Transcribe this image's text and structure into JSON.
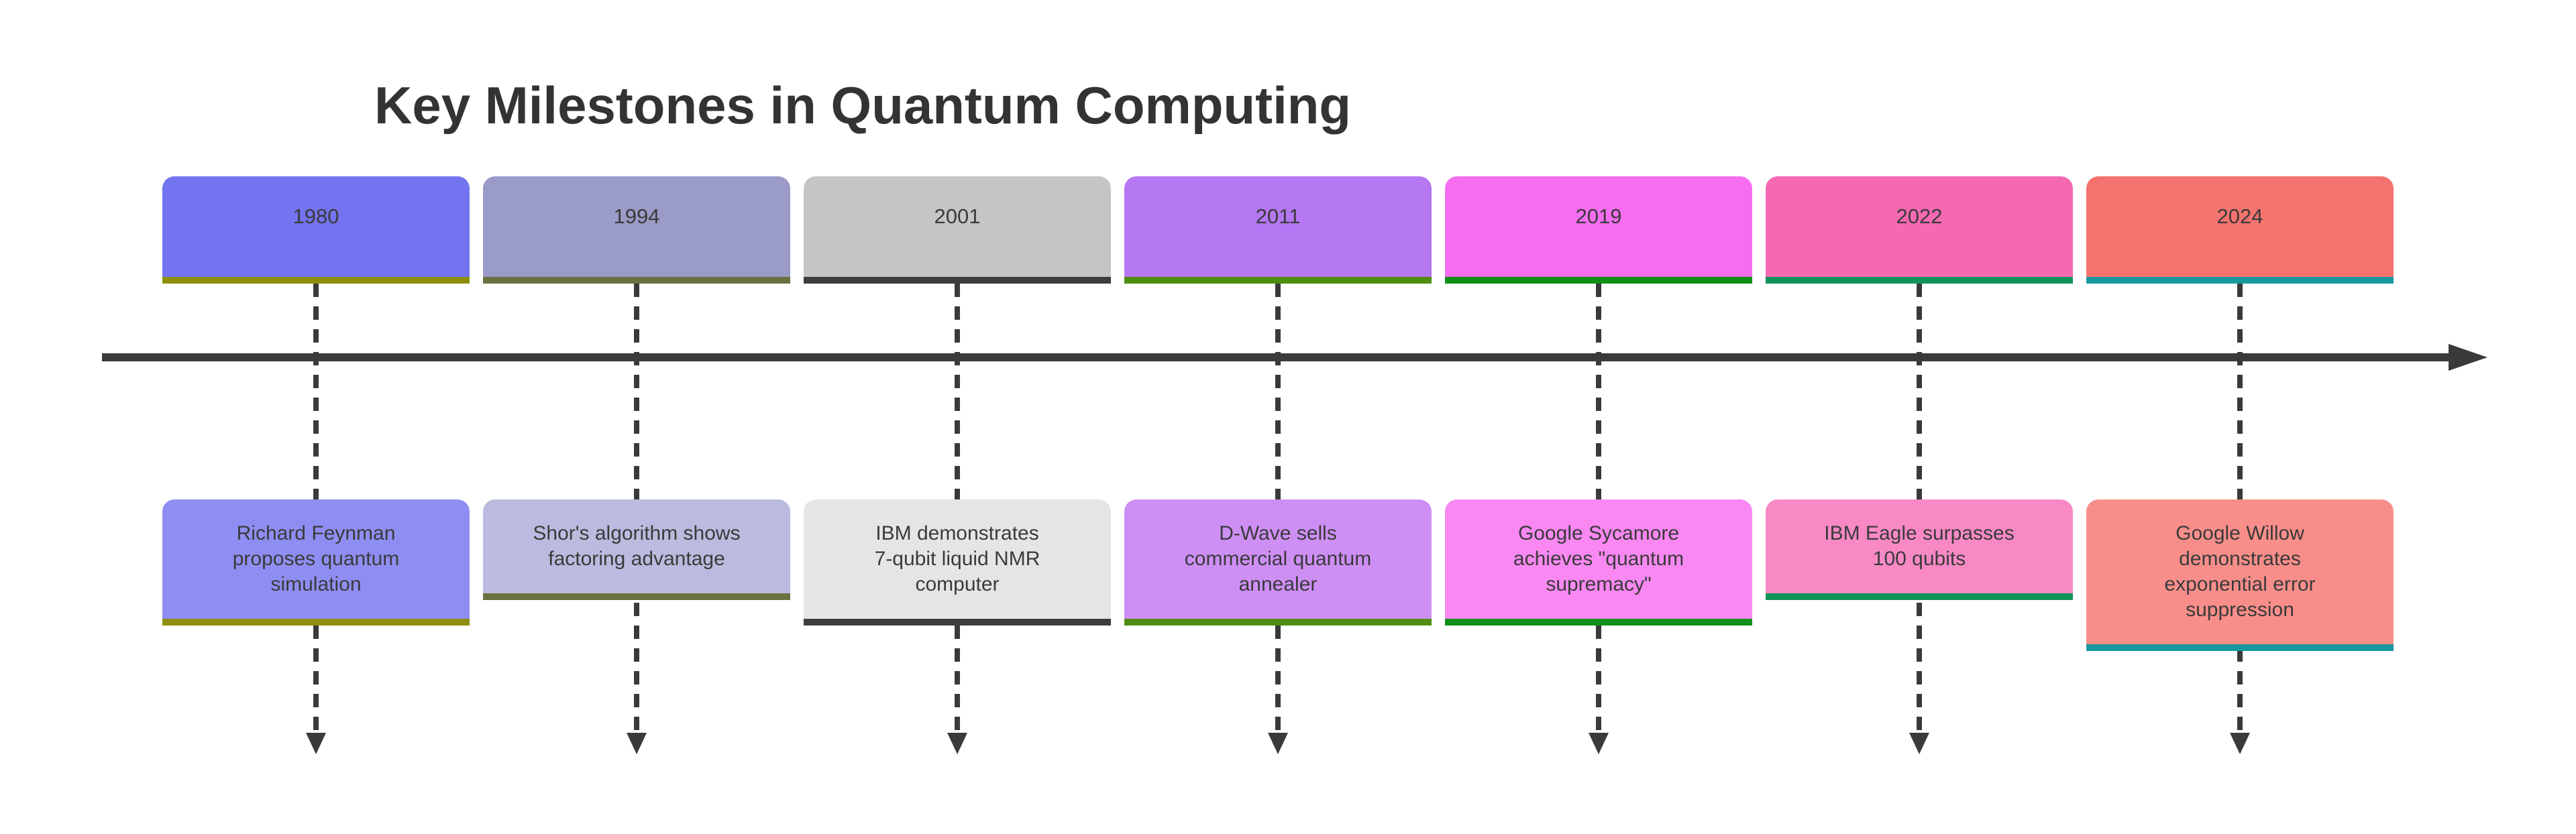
{
  "title": "Key Milestones in Quantum Computing",
  "colors": {
    "background": "#FFFFFF",
    "title_text": "#333333",
    "body_text": "#3A3A3A",
    "axis": "#3A3A3A"
  },
  "timeline": {
    "direction": "left-to-right",
    "milestones": [
      {
        "year": "1980",
        "description_lines": [
          "Richard Feynman",
          "proposes quantum",
          "simulation"
        ],
        "year_fill": "#7474F0",
        "desc_fill": "#8E8EF2",
        "accent": "#8F8F0B"
      },
      {
        "year": "1994",
        "description_lines": [
          "Shor's algorithm shows",
          "factoring advantage"
        ],
        "year_fill": "#9B9BC8",
        "desc_fill": "#BBBBDF",
        "accent": "#6B7040"
      },
      {
        "year": "2001",
        "description_lines": [
          "IBM demonstrates",
          "7-qubit liquid NMR",
          "computer"
        ],
        "year_fill": "#C5C5C5",
        "desc_fill": "#E5E5E5",
        "accent": "#3D3D3D"
      },
      {
        "year": "2011",
        "description_lines": [
          "D-Wave sells",
          "commercial quantum",
          "annealer"
        ],
        "year_fill": "#B577F2",
        "desc_fill": "#CE8FF5",
        "accent": "#4F8D10"
      },
      {
        "year": "2019",
        "description_lines": [
          "Google Sycamore",
          "achieves \"quantum",
          "supremacy\""
        ],
        "year_fill": "#F66DF0",
        "desc_fill": "#F988F2",
        "accent": "#0D9015"
      },
      {
        "year": "2022",
        "description_lines": [
          "IBM Eagle surpasses",
          "100 qubits"
        ],
        "year_fill": "#F569B1",
        "desc_fill": "#F889C5",
        "accent": "#129459"
      },
      {
        "year": "2024",
        "description_lines": [
          "Google Willow",
          "demonstrates",
          "exponential error",
          "suppression"
        ],
        "year_fill": "#F5736F",
        "desc_fill": "#F88E8A",
        "accent": "#16999E"
      }
    ]
  }
}
